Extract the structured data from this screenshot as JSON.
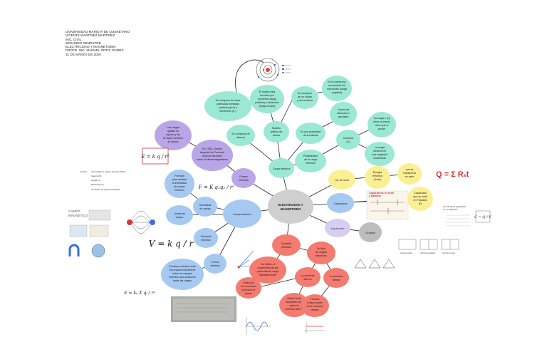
{
  "header": {
    "lines": [
      "UNIVERSIDAD MARISTA DE QUERÉTARO",
      "VICENTE MARTÍNEZ MARTÍNEZ",
      "ING. CIVIL",
      "SEGUNDO SEMESTRE",
      "ELECTRICIDAD Y MAGNETISMO",
      "PROFR. ING. MANUEL ORTIZ GÓMEZ",
      "31 DE MARZO DE 2020"
    ]
  },
  "center": {
    "line1": "ELECTRICIDAD Y",
    "line2": "MAGNETISMO"
  },
  "nodes": {
    "carga_electrica": "Carga eléctrica",
    "se_compone": [
      "Se compone de",
      "átomos"
    ],
    "modelo_atomo": [
      "Modelo",
      "gráfico del",
      "átomo"
    ],
    "compuesto_particulas": [
      "Se compone de otras",
      "partículas formadas",
      "protones (pro) y",
      "electrones (e-)"
    ],
    "estructura": [
      "El núcleo está",
      "formado por",
      "protones (carga",
      "positiva) y neutrones",
      "(carga neutra)"
    ],
    "compone_nucleo": [
      "Se compone",
      "de un núcleo",
      "y una corteza"
    ],
    "corteza": [
      "En la corteza se",
      "encuentran los",
      "electrones (carga",
      "negativa)"
    ],
    "propiedad": [
      "Es una propiedad",
      "de la materia"
    ],
    "fuerza_atraccion": [
      "Fuerza de",
      "atracción o",
      "repulsión"
    ],
    "coulomb": [
      "Coulomb",
      "(C)"
    ],
    "carga_e": [
      "La carga e (e)",
      "tiene el mismo",
      "valor que el",
      "protón"
    ],
    "carga_cuantizada": [
      "La carga",
      "eléctrica es",
      "una magnitud",
      "cuantizada"
    ],
    "propiedades_carga": [
      "Propiedades",
      "de la carga",
      "eléctrica"
    ],
    "fuerza_electrica": [
      "Fuerza",
      "eléctrica"
    ],
    "coulomb_1785": [
      "En 1785, Charles",
      "Augustin de Coulomb",
      "enunció las leyes",
      "sobre el electromagnetismo"
    ],
    "cargas_iguales": [
      "Las cargas",
      "iguales se",
      "repelen y las",
      "de signo contrario",
      "se atraen"
    ],
    "formula_intensidad": [
      "Fórmula",
      "para calcular",
      "la intensidad",
      "de campo",
      "eléctrico"
    ],
    "campo_electrico": "Campo eléctrico",
    "intensidad": [
      "Intensidad",
      "de campo"
    ],
    "lineas": [
      "Líneas de",
      "campo"
    ],
    "potencial": [
      "Potencial",
      "eléctrico"
    ],
    "fuerza_neta": [
      "Fuerza",
      "eléctrica"
    ],
    "campo_total": [
      "El campo eléctrico total",
      "es la suma vectorial de",
      "todos los campos",
      "eléctricos que producen",
      "todas las cargas"
    ],
    "ley_joule": "Ley de Joule",
    "energia": [
      "Energía",
      "eléctrica",
      "(Joule)"
    ],
    "transforma": [
      "que se",
      "transforma",
      "en calor"
    ],
    "capacitores": "Capacitores",
    "cap_title": [
      "Capacitores en serie",
      "y paralelo"
    ],
    "capacidad": [
      "Capacidad",
      "que se mide",
      "en Faradios",
      "(F)"
    ],
    "ley_ohm": "Ley de ohm",
    "circuitos": "Circuitos",
    "corriente": [
      "Corriente",
      "eléctrica"
    ],
    "movimiento": [
      "Se refiere al",
      "movimiento de las",
      "partículas de carga",
      "llamadas iones"
    ],
    "directa_text": [
      "La corriente",
      "directa"
    ],
    "alterna": [
      "La corriente",
      "alterna"
    ],
    "edison": [
      "Edison le",
      "dio a conocer",
      "al mundo el",
      "primer"
    ],
    "tesla": [
      "Nikola Tesla",
      "descubrió todo",
      "sobre la",
      "corriente alterna"
    ],
    "flujo": [
      "Su flujo",
      "de cargas",
      "eléctricas"
    ],
    "thomas": [
      "Thomas",
      "Edison padre",
      "de la corriente",
      "directa"
    ],
    "campo_magnetico": [
      "CAMPO",
      "MAGNÉTICO"
    ],
    "legend_donde": "Donde:",
    "legend_items": [
      "Intensidad de campo eléctrico (N/C)",
      "Fuerza (N)",
      "Carga (C)",
      "Distancia (m)",
      "constante de proporcionalidad"
    ],
    "formula_tiny": [
      "Se calcula la capacidad",
      "en un capacitor"
    ],
    "circuits_labels": [
      "circuito serie",
      "circuito paralelo",
      "circuito mixto"
    ]
  },
  "equations": {
    "E_kq": "E = k q / r²",
    "F_coulomb": "F = K q₁q₂ / r²",
    "V_kq": "V = k q / r",
    "E_sum": "E = kₑ Σ qᵢ / r²",
    "Q_sum": "Q = Σ Rₓt",
    "C_qv": "C = Q / V"
  },
  "colors": {
    "teal": "#9be8d4",
    "purple": "#b8a6e6",
    "blue": "#a6c9f2",
    "yellow": "#fbef94",
    "red": "#f47b6f",
    "gray": "#bdbdbd",
    "center": "#cfcfcf",
    "violet_light": "#d6cdf0"
  }
}
